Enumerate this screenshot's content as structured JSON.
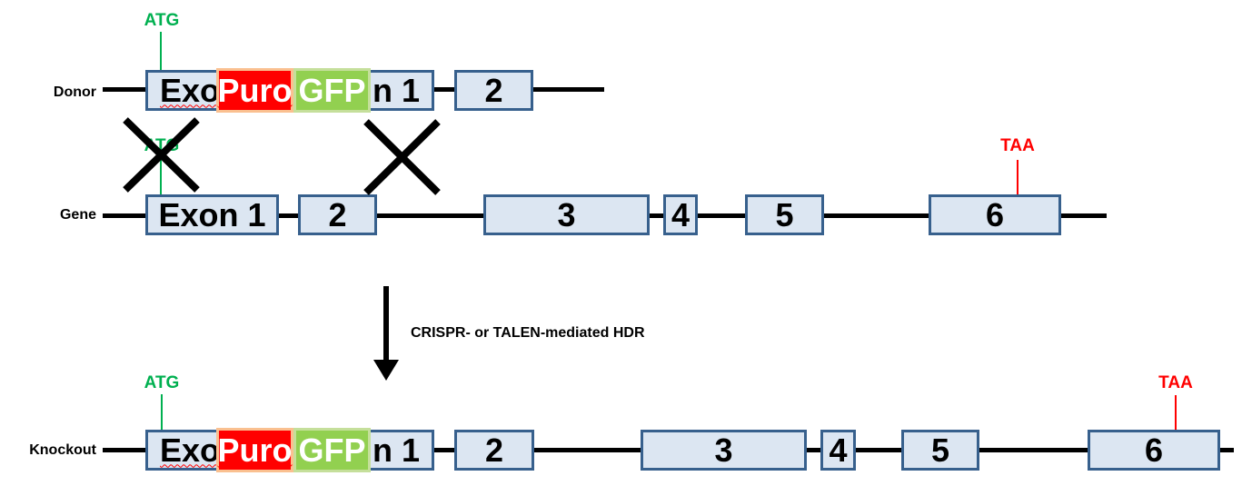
{
  "labels": {
    "donor": "Donor",
    "gene": "Gene",
    "knockout": "Knockout"
  },
  "markers": {
    "start_codon": "ATG",
    "stop_codon": "TAA"
  },
  "arrow": {
    "caption": "CRISPR- or TALEN-mediated HDR"
  },
  "cassette": {
    "exon1_prefix": "Exo",
    "puro": "Puro",
    "gfp": "GFP",
    "exon1_suffix": "n 1"
  },
  "donor_row": {
    "exons": [
      "2"
    ]
  },
  "gene_row": {
    "exons": [
      "Exon 1",
      "2",
      "3",
      "4",
      "5",
      "6"
    ]
  },
  "knockout_row": {
    "exons": [
      "2",
      "3",
      "4",
      "5",
      "6"
    ]
  },
  "colors": {
    "exon_fill": "#DCE6F2",
    "exon_border": "#37608D",
    "puro_fill": "#FF0000",
    "puro_border": "#FAC090",
    "gfp_fill": "#92D050",
    "gfp_border": "#C5DF9B",
    "start_codon_color": "#00B050",
    "stop_codon_color": "#FF0000",
    "backbone_color": "#000000"
  }
}
